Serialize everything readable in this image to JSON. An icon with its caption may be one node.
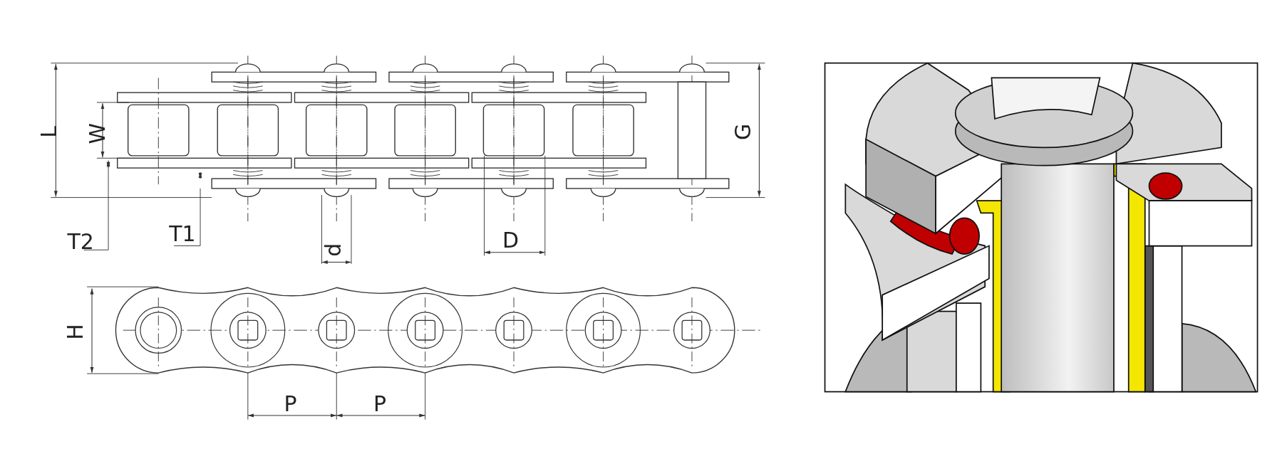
{
  "diagram": {
    "labels": [
      "L",
      "W",
      "G",
      "T2",
      "T1",
      "d",
      "D",
      "H",
      "P",
      "P"
    ]
  }
}
